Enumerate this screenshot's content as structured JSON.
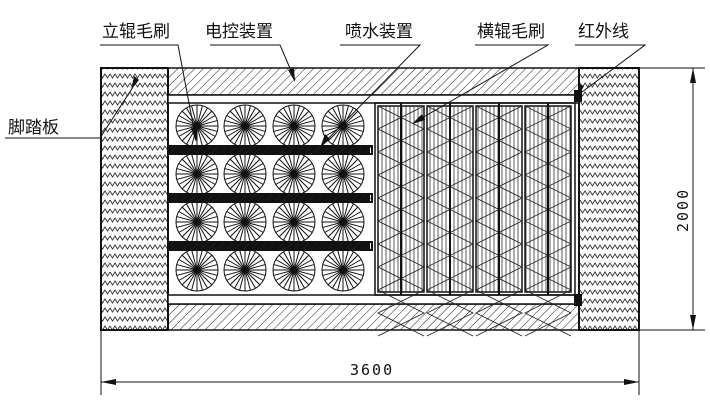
{
  "labels": {
    "vertical_brush": "立辊毛刷",
    "electric_control": "电控装置",
    "spray_device": "喷水装置",
    "horizontal_brush": "横辊毛刷",
    "infrared": "红外线",
    "foot_board": "脚踏板"
  },
  "dimensions": {
    "width": "3600",
    "height": "2000"
  },
  "colors": {
    "line": "#111111",
    "background": "#ffffff"
  }
}
